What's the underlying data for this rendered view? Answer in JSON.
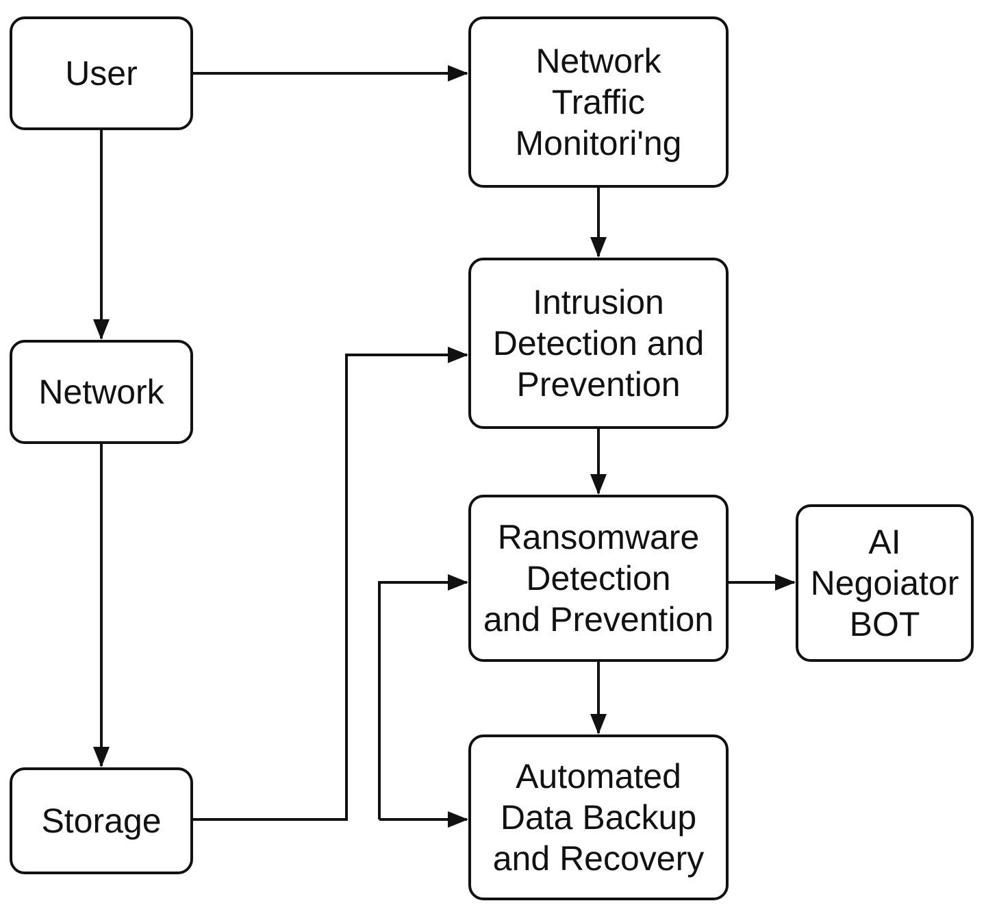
{
  "diagram": {
    "nodes": {
      "user": {
        "label": "User"
      },
      "network": {
        "label": "Network"
      },
      "storage": {
        "label": "Storage"
      },
      "traffic_monitoring": {
        "lines": [
          "Network",
          "Traffic",
          "Monitori'ng"
        ]
      },
      "intrusion": {
        "lines": [
          "Intrusion",
          "Detection and",
          "Prevention"
        ]
      },
      "ransomware": {
        "lines": [
          "Ransomware",
          "Detection",
          "and Prevention"
        ]
      },
      "ai_bot": {
        "lines": [
          "AI",
          "Negoiator",
          "BOT"
        ]
      },
      "backup": {
        "lines": [
          "Automated",
          "Data Backup",
          "and Recovery"
        ]
      }
    },
    "edges": [
      {
        "from": "User",
        "to": "Network Traffic Monitori'ng"
      },
      {
        "from": "User",
        "to": "Network"
      },
      {
        "from": "Network",
        "to": "Storage"
      },
      {
        "from": "Storage",
        "to": "Intrusion Detection and Prevention"
      },
      {
        "from": "Network Traffic Monitori'ng",
        "to": "Intrusion Detection and Prevention"
      },
      {
        "from": "Intrusion Detection and Prevention",
        "to": "Ransomware Detection and Prevention"
      },
      {
        "from": "Ransomware Detection and Prevention",
        "to": "AI Negoiator BOT"
      },
      {
        "from": "Ransomware Detection and Prevention",
        "to": "Automated Data Backup and Recovery"
      },
      {
        "from": "Automated Data Backup and Recovery",
        "to": "Ransomware Detection and Prevention"
      }
    ],
    "colors": {
      "stroke": "#111111",
      "background": "#ffffff",
      "text": "#111111"
    }
  }
}
